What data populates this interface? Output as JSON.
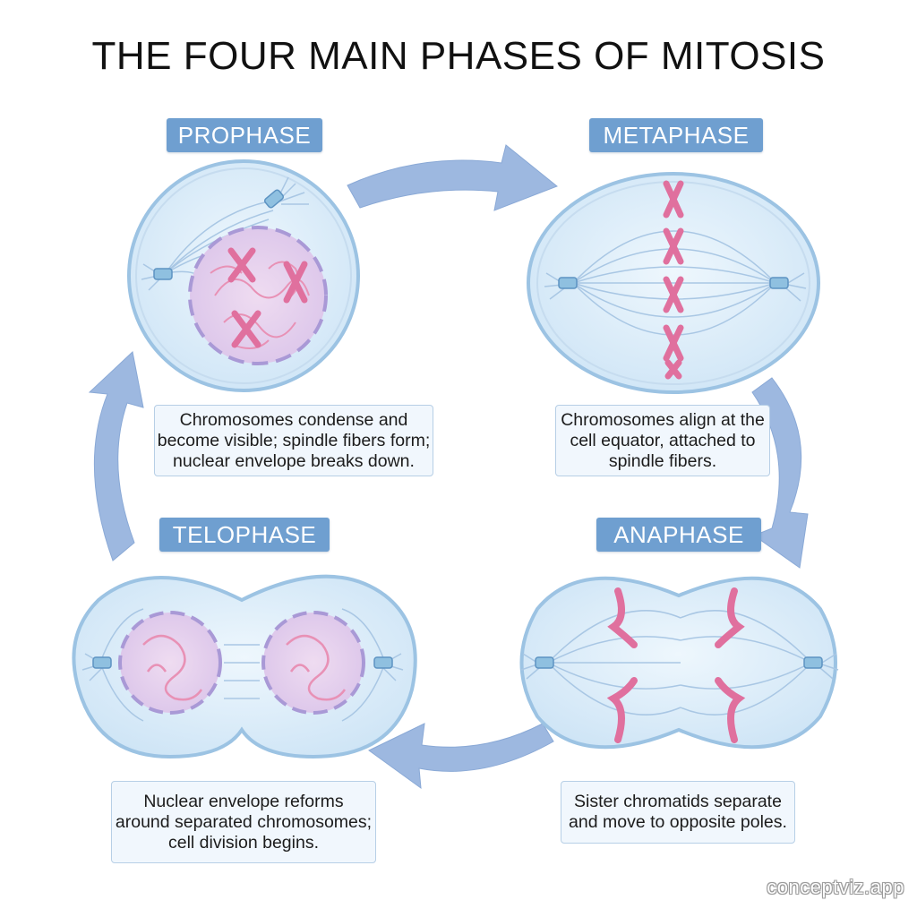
{
  "title": "THE FOUR MAIN PHASES OF MITOSIS",
  "phases": {
    "prophase": {
      "label": "PROPHASE",
      "description": "Chromosomes condense and\nbecome visible; spindle fibers form;\nnuclear envelope breaks down."
    },
    "metaphase": {
      "label": "METAPHASE",
      "description": "Chromosomes align at the\ncell equator, attached to\nspindle fibers."
    },
    "anaphase": {
      "label": "ANAPHASE",
      "description": "Sister chromatids separate\nand move to opposite poles."
    },
    "telophase": {
      "label": "TELOPHASE",
      "description": "Nuclear envelope reforms\naround separated chromosomes;\ncell division begins."
    }
  },
  "watermark": "conceptviz.app",
  "colors": {
    "label_bg": "#6f9fd0",
    "arrow": "#9db8e0",
    "cell_fill": "#dcedf9",
    "cell_stroke": "#9cc3e3",
    "nucleus_fill": "#e8d3ee",
    "nuclear_envelope": "#a999d6",
    "chromosome": "#e0709e",
    "description_bg": "#f1f7fd"
  }
}
